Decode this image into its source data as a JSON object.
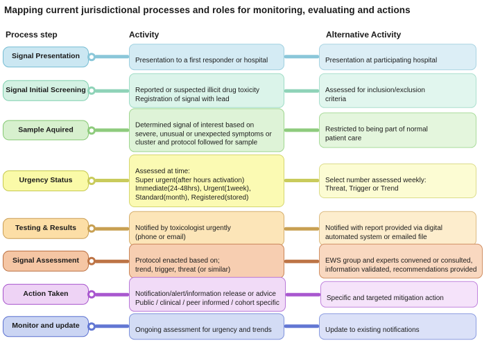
{
  "title": "Mapping current jurisdictional processes and roles for monitoring, evaluating and actions",
  "columns": {
    "step": "Process step",
    "activity": "Activity",
    "alternative": "Alternative Activity"
  },
  "rows": [
    {
      "step": "Signal Presentation",
      "activity": "Presentation to a first responder or hospital",
      "alternative": "Presentation at participating hospital",
      "colors": {
        "step_fill": "#cbe7f2",
        "step_border": "#74bcd3",
        "connector": "#8ac7d9",
        "activity_fill": "#d4ebf4",
        "activity_border": "#9fd0e0",
        "alt_fill": "#dceef6",
        "alt_border": "#a9d4e2"
      }
    },
    {
      "step": "Signal Initial Screening",
      "activity": "Reported or suspected illicit drug toxicity\nRegistration of signal with lead",
      "alternative": "Assessed for inclusion/exclusion\ncriteria",
      "colors": {
        "step_fill": "#d4f1e3",
        "step_border": "#7ecfae",
        "connector": "#8fd3b8",
        "activity_fill": "#dbf4ea",
        "activity_border": "#9fdcc6",
        "alt_fill": "#e1f6ee",
        "alt_border": "#abdfce"
      }
    },
    {
      "step": "Sample Aquired",
      "activity": "Determined signal of interest based on\nsevere, unusual or unexpected symptoms or\ncluster and protocol followed for sample",
      "alternative": "Restricted to being part of normal\npatient care",
      "colors": {
        "step_fill": "#d7f0ce",
        "step_border": "#85c873",
        "connector": "#8ecb7d",
        "activity_fill": "#def3d7",
        "activity_border": "#9fd68f",
        "alt_fill": "#e4f6dd",
        "alt_border": "#a9db9b"
      }
    },
    {
      "step": "Urgency Status",
      "activity": "Assessed at time:\nSuper urgent(after hours activation)\nImmediate(24-48hrs), Urgent(1week),\nStandard(month), Registered(stored)",
      "alternative": "Select number assessed weekly:\nThreat, Trigger or Trend",
      "colors": {
        "step_fill": "#fafaa8",
        "step_border": "#c6c94f",
        "connector": "#c9cb5c",
        "activity_fill": "#fbfab3",
        "activity_border": "#d4d66f",
        "alt_fill": "#fcfcd3",
        "alt_border": "#dbdc8a"
      }
    },
    {
      "step": "Testing & Results",
      "activity": "Notified by toxicologist urgently\n(phone or email)",
      "alternative": "Notified with report provided via digital\nautomated system or emailed file",
      "colors": {
        "step_fill": "#fcdea6",
        "step_border": "#c99c52",
        "connector": "#c8a052",
        "activity_fill": "#fce5b8",
        "activity_border": "#d5ae6d",
        "alt_fill": "#fdedcd",
        "alt_border": "#dcbb82"
      }
    },
    {
      "step": "Signal Assessment",
      "activity": "Protocol enacted based on;\ntrend, trigger, threat (or similar)",
      "alternative": "EWS group and experts convened or consulted,\ninformation validated, recommendations provided",
      "colors": {
        "step_fill": "#f5c6a4",
        "step_border": "#ba6f40",
        "connector": "#bd7445",
        "activity_fill": "#f7ceb1",
        "activity_border": "#c98457",
        "alt_fill": "#f9d8c0",
        "alt_border": "#d08f63"
      }
    },
    {
      "step": "Action Taken",
      "activity": "Notification/alert/information release or advice\nPublic / clinical / peer informed / cohort specific",
      "alternative": "Specific and targeted mitigation action",
      "colors": {
        "step_fill": "#eed3f5",
        "step_border": "#a551cb",
        "connector": "#a958cf",
        "activity_fill": "#f1dbf7",
        "activity_border": "#b878d8",
        "alt_fill": "#f5e3fa",
        "alt_border": "#c184dd"
      }
    },
    {
      "step": "Monitor and update",
      "activity": "Ongoing assessment for urgency and trends",
      "alternative": "Update to existing notifications",
      "colors": {
        "step_fill": "#cbd5f3",
        "step_border": "#5a70d0",
        "connector": "#6277d3",
        "activity_fill": "#d3dcf5",
        "activity_border": "#7f92dc",
        "alt_fill": "#dbe1f8",
        "alt_border": "#8b9ce0"
      }
    }
  ]
}
